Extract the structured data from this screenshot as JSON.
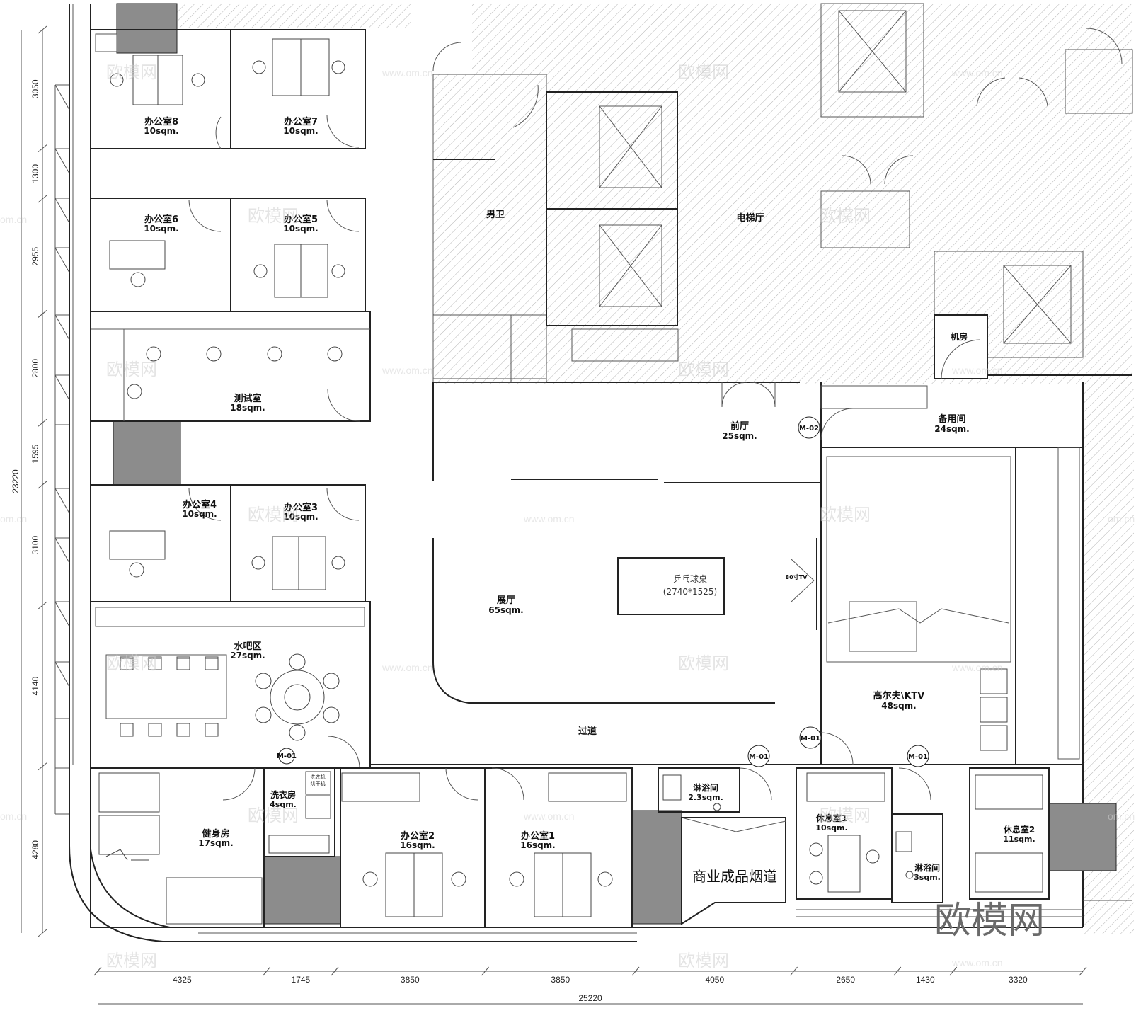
{
  "rooms": [
    {
      "id": "office8",
      "name": "办公室8",
      "area": "10sqm."
    },
    {
      "id": "office7",
      "name": "办公室7",
      "area": "10sqm."
    },
    {
      "id": "office6",
      "name": "办公室6",
      "area": "10sqm."
    },
    {
      "id": "office5",
      "name": "办公室5",
      "area": "10sqm."
    },
    {
      "id": "test",
      "name": "测试室",
      "area": "18sqm."
    },
    {
      "id": "office4",
      "name": "办公室4",
      "area": "10sqm."
    },
    {
      "id": "office3",
      "name": "办公室3",
      "area": "10sqm."
    },
    {
      "id": "waterbar",
      "name": "水吧区",
      "area": "27sqm."
    },
    {
      "id": "gym",
      "name": "健身房",
      "area": "17sqm."
    },
    {
      "id": "laundry",
      "name": "洗衣房",
      "area": "4sqm."
    },
    {
      "id": "office2",
      "name": "办公室2",
      "area": "16sqm."
    },
    {
      "id": "office1",
      "name": "办公室1",
      "area": "16sqm."
    },
    {
      "id": "shower1",
      "name": "淋浴间",
      "area": "2.3sqm."
    },
    {
      "id": "rest1",
      "name": "休息室1",
      "area": "10sqm."
    },
    {
      "id": "shower2",
      "name": "淋浴间",
      "area": "3sqm."
    },
    {
      "id": "rest2",
      "name": "休息室2",
      "area": "11sqm."
    },
    {
      "id": "hall",
      "name": "展厅",
      "area": "65sqm."
    },
    {
      "id": "lobby",
      "name": "前厅",
      "area": "25sqm."
    },
    {
      "id": "spare",
      "name": "备用间",
      "area": "24sqm."
    },
    {
      "id": "golf",
      "name": "高尔夫\\KTV",
      "area": "48sqm."
    }
  ],
  "labels": {
    "mens_wc": "男卫",
    "elevator_hall": "电梯厅",
    "machine_room": "机房",
    "corridor": "过道",
    "flue": "商业成品烟道",
    "tv": "80寸TV",
    "pingpong_name": "乒乓球桌",
    "pingpong_size": "(2740*1525)",
    "laundry_sign_1": "洗衣机",
    "laundry_sign_2": "烘干机"
  },
  "door_tags": [
    "M-02",
    "M-01",
    "M-01",
    "M-01",
    "M-01"
  ],
  "dimensions": {
    "left": [
      "3050",
      "1300",
      "2955",
      "2800",
      "1595",
      "3100",
      "4140",
      "4280"
    ],
    "left_total": "23220",
    "bottom": [
      "4325",
      "1745",
      "3850",
      "3850",
      "4050",
      "2650",
      "1430",
      "3320"
    ],
    "bottom_total": "25220"
  },
  "watermark": {
    "brand": "欧模网",
    "url": "www.om.cn",
    "url_short": "om.cn"
  }
}
